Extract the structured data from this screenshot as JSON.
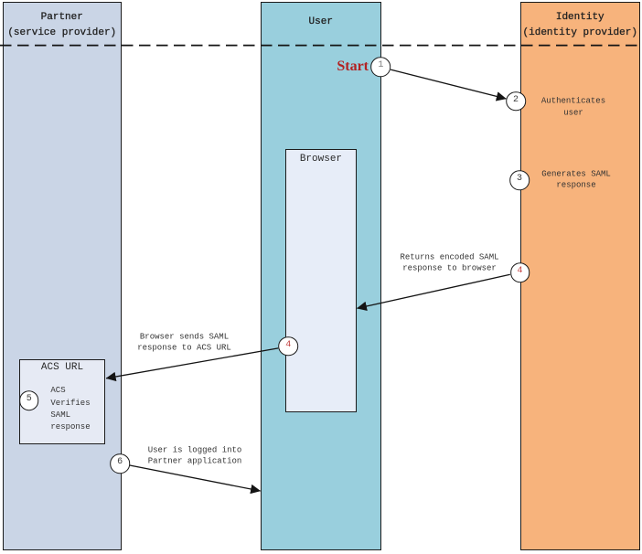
{
  "diagram": {
    "lanes": [
      {
        "id": "partner",
        "title": "Partner",
        "subtitle": "(service provider)",
        "fill": "#cad5e6"
      },
      {
        "id": "user",
        "title": "User",
        "subtitle": "",
        "fill": "#99cfdd"
      },
      {
        "id": "identity",
        "title": "Identity",
        "subtitle": "(identity provider)",
        "fill": "#f7b37c"
      }
    ],
    "browser_box": {
      "title": "Browser",
      "fill": "#e7edf8"
    },
    "acs_box": {
      "title": "ACS URL",
      "lines": [
        "ACS",
        "Verifies",
        "SAML",
        "response"
      ],
      "fill": "#e6eaf4"
    },
    "start_label": "Start",
    "start_color": "#b22222",
    "steps": [
      {
        "num": "1",
        "color": "#7d7d7d"
      },
      {
        "num": "2",
        "color": "#3c3c3c"
      },
      {
        "num": "3",
        "color": "#3c3c3c"
      },
      {
        "num": "4",
        "color": "#c24040"
      },
      {
        "num": "4",
        "color": "#c24040"
      },
      {
        "num": "5",
        "color": "#3c3c3c"
      },
      {
        "num": "6",
        "color": "#3c3c3c"
      }
    ],
    "labels": {
      "authenticates": [
        "Authenticates",
        "user"
      ],
      "generates": [
        "Generates SAML",
        "response"
      ],
      "returns": [
        "Returns encoded SAML",
        "response to browser"
      ],
      "sends": [
        "Browser sends SAML",
        "response to ACS URL"
      ],
      "logged": [
        "User is logged into",
        "Partner application"
      ]
    }
  }
}
